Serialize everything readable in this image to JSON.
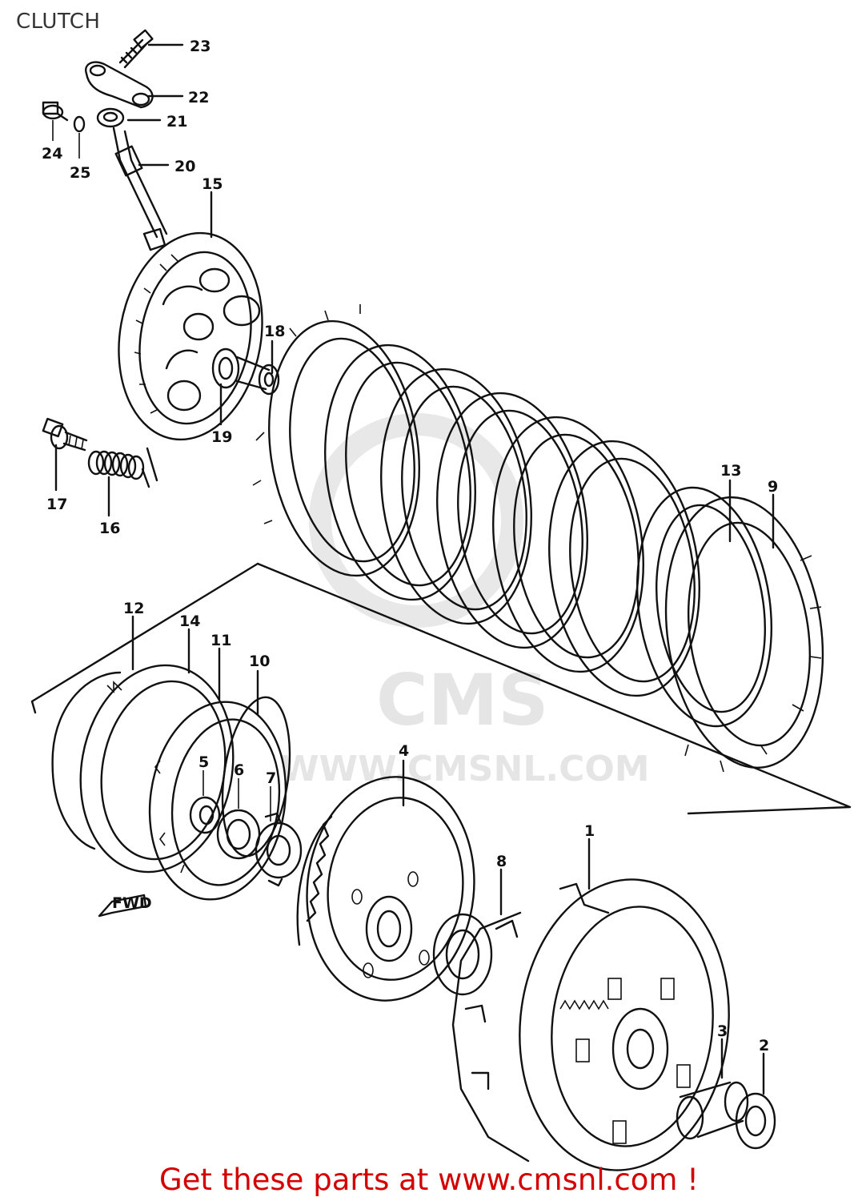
{
  "diagram": {
    "title": "CLUTCH",
    "watermark": {
      "brand": "CMS",
      "url": "WWW.CMSNL.COM"
    },
    "fwd_label": "FWD",
    "callouts": [
      {
        "id": "1",
        "label": "1"
      },
      {
        "id": "2",
        "label": "2"
      },
      {
        "id": "3",
        "label": "3"
      },
      {
        "id": "4",
        "label": "4"
      },
      {
        "id": "5",
        "label": "5"
      },
      {
        "id": "6",
        "label": "6"
      },
      {
        "id": "7",
        "label": "7"
      },
      {
        "id": "8",
        "label": "8"
      },
      {
        "id": "9",
        "label": "9"
      },
      {
        "id": "10",
        "label": "10"
      },
      {
        "id": "11",
        "label": "11"
      },
      {
        "id": "12",
        "label": "12"
      },
      {
        "id": "13",
        "label": "13"
      },
      {
        "id": "14",
        "label": "14"
      },
      {
        "id": "15",
        "label": "15"
      },
      {
        "id": "16",
        "label": "16"
      },
      {
        "id": "17",
        "label": "17"
      },
      {
        "id": "18",
        "label": "18"
      },
      {
        "id": "19",
        "label": "19"
      },
      {
        "id": "20",
        "label": "20"
      },
      {
        "id": "21",
        "label": "21"
      },
      {
        "id": "22",
        "label": "22"
      },
      {
        "id": "23",
        "label": "23"
      },
      {
        "id": "24",
        "label": "24"
      },
      {
        "id": "25",
        "label": "25"
      }
    ]
  },
  "footer": {
    "text": "Get these parts at www.cmsnl.com !"
  }
}
